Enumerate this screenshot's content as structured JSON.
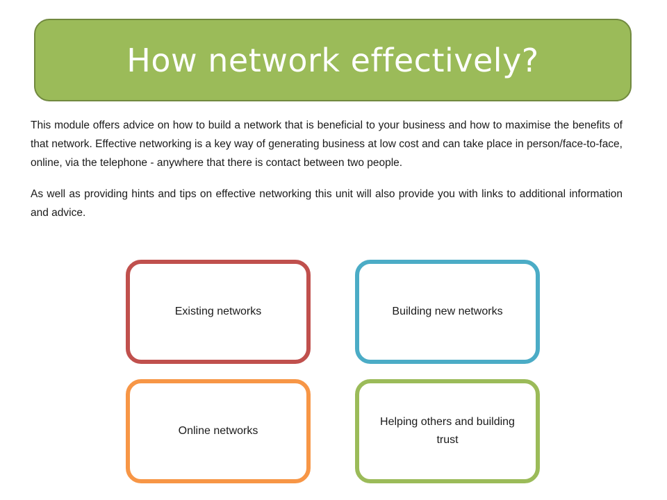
{
  "title": "How network effectively?",
  "intro": {
    "paragraph1": "This module offers advice on how to build a network that is beneficial to your business and how to maximise the benefits of that network. Effective networking is a key way of generating business at low cost and can take place in person/face-to-face, online, via the telephone - anywhere that there is contact between two people.",
    "paragraph2": "As well as providing hints and tips on effective networking this unit will also provide you with links to additional information and advice."
  },
  "tiles": [
    {
      "label": "Existing networks",
      "border_color": "#c0504d"
    },
    {
      "label": "Building new networks",
      "border_color": "#4bacc6"
    },
    {
      "label": "Online networks",
      "border_color": "#f79646"
    },
    {
      "label": "Helping others and building trust",
      "border_color": "#9bbb59"
    }
  ],
  "colors": {
    "title_banner": "#9bbb59",
    "title_text": "#ffffff"
  }
}
